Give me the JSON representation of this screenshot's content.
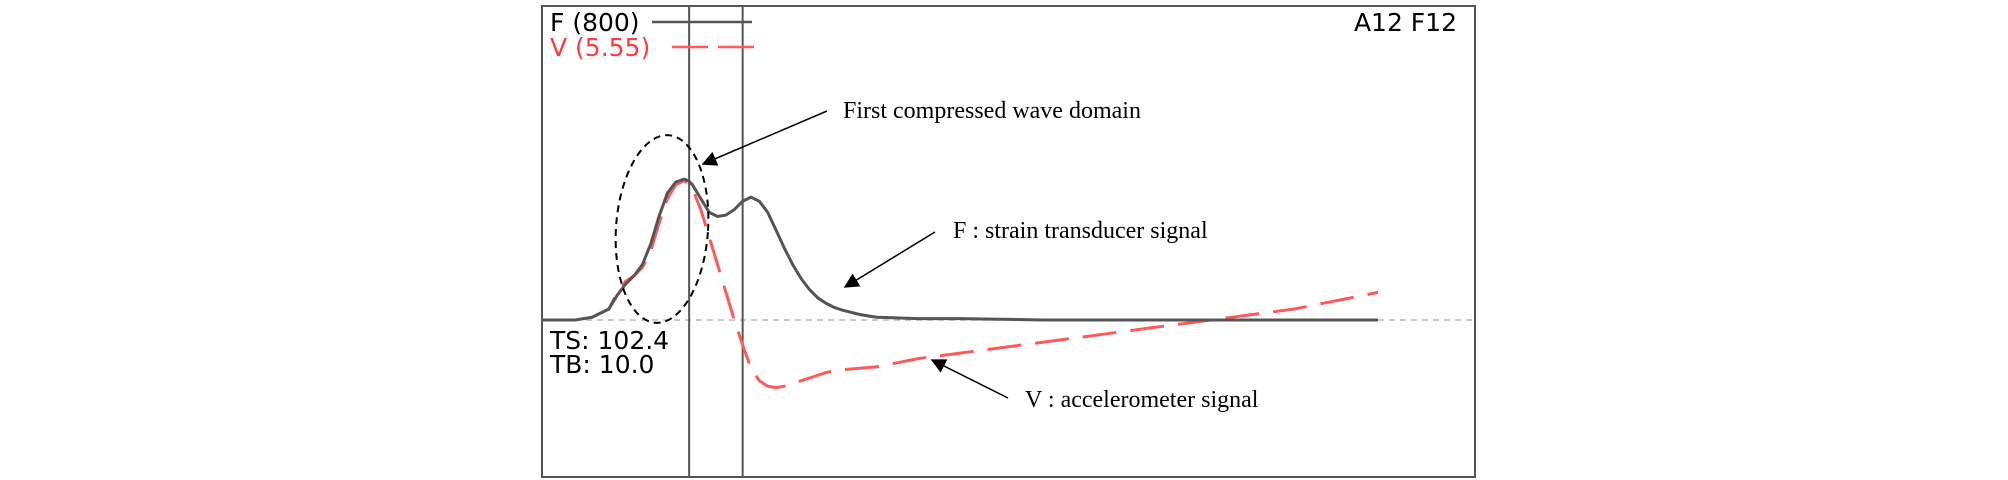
{
  "colors": {
    "force": "#555555",
    "velocity": "#ff5a5a",
    "frame": "#555555",
    "baseline": "#bbbbbb",
    "annotation": "#000000"
  },
  "header": {
    "force_label": "F (800)",
    "velocity_label": "V (5.55)",
    "record_id": "A12 F12"
  },
  "readouts": {
    "ts": "TS: 102.4",
    "tb": "TB: 10.0"
  },
  "annotations": {
    "wave_domain": "First compressed wave domain",
    "force_signal": "F : strain transducer signal",
    "velocity_signal": "V : accelerometer signal"
  },
  "chart_data": {
    "type": "line",
    "title": "",
    "xlabel": "",
    "ylabel": "",
    "xlim": [
      0,
      100
    ],
    "ylim": [
      -60,
      140
    ],
    "grid": false,
    "markers": [
      17.6,
      24.0
    ],
    "series": [
      {
        "name": "F (800)",
        "style": "solid",
        "x": [
          0,
          4,
          6,
          8,
          9,
          10,
          11,
          12,
          13,
          14,
          15,
          16,
          17,
          17.5,
          18,
          19,
          20,
          21,
          22,
          23,
          24,
          25,
          26,
          27,
          28,
          29,
          30,
          31,
          32,
          33,
          34,
          35,
          36,
          38,
          40,
          45,
          50,
          60,
          70,
          80,
          90,
          100
        ],
        "y": [
          0,
          0,
          2,
          8,
          18,
          26,
          32,
          40,
          55,
          75,
          92,
          100,
          102,
          101,
          98,
          88,
          78,
          75,
          76,
          80,
          86,
          89,
          86,
          78,
          65,
          52,
          40,
          30,
          22,
          16,
          12,
          9,
          7,
          4,
          2,
          1,
          1,
          0,
          0,
          0,
          0,
          0
        ]
      },
      {
        "name": "V (5.55)",
        "style": "dashed",
        "x": [
          0,
          4,
          6,
          8,
          9,
          10,
          11,
          12,
          13,
          14,
          15,
          16,
          17,
          17.5,
          18,
          19,
          20,
          21,
          22,
          23,
          24,
          25,
          26,
          27,
          28,
          29,
          30,
          32,
          34,
          36,
          38,
          40,
          45,
          50,
          55,
          60,
          65,
          70,
          75,
          80,
          85,
          90,
          95,
          100
        ],
        "y": [
          0,
          0,
          2,
          8,
          20,
          28,
          32,
          38,
          50,
          70,
          88,
          98,
          101,
          99,
          95,
          80,
          60,
          40,
          20,
          0,
          -18,
          -35,
          -44,
          -48,
          -49,
          -48,
          -46,
          -42,
          -38,
          -36,
          -35,
          -34,
          -28,
          -24,
          -20,
          -16,
          -12,
          -8,
          -4,
          0,
          4,
          8,
          14,
          20
        ]
      }
    ]
  }
}
